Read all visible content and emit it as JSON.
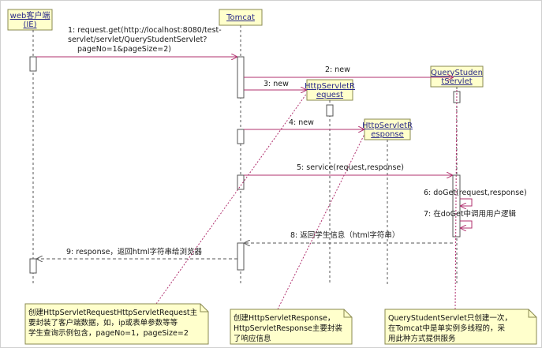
{
  "participants": {
    "client": {
      "line1": "web客户端",
      "line2": "(IE)"
    },
    "tomcat": {
      "line1": "Tomcat"
    },
    "request": {
      "line1": "HttpServletR",
      "line2": "equest"
    },
    "response": {
      "line1": "HttpServletR",
      "line2": "esponse"
    },
    "servlet": {
      "line1": "QueryStuden",
      "line2": "tServlet"
    }
  },
  "messages": {
    "m1": {
      "line1": "1: request.get(http://localhost:8080/test-",
      "line2": "servlet/servlet/QueryStudentServlet?",
      "line3": "pageNo=1&pageSize=2)"
    },
    "m2": "2: new",
    "m3": "3: new",
    "m4": "4: new",
    "m5": "5: service(request,response)",
    "m6": "6: doGet(request,response)",
    "m7": "7: 在doGet中调用用户逻辑",
    "m8": "8: 返回学生信息（html字符串）",
    "m9": "9: response，返回html字符串给浏览器"
  },
  "notes": {
    "n1": {
      "line1": "创建HttpServletRequestHttpServletRequest主",
      "line2": "要封装了客户端数据，如，ip或表单参数等等",
      "line3": "学生查询示例包含，pageNo=1，pageSize=2"
    },
    "n2": {
      "line1": "创建HttpServletResponse，",
      "line2": "HttpServletResponse主要封装",
      "line3": "了响应信息"
    },
    "n3": {
      "line1": "QueryStudentServlet只创建一次，",
      "line2": "在Tomcat中是单实例多线程的，采",
      "line3": "用此种方式提供服务"
    }
  },
  "colors": {
    "object_fill": "#ffffcc",
    "note_fill": "#ffffcc",
    "message_line": "#b0306e",
    "lifeline": "#555555"
  }
}
